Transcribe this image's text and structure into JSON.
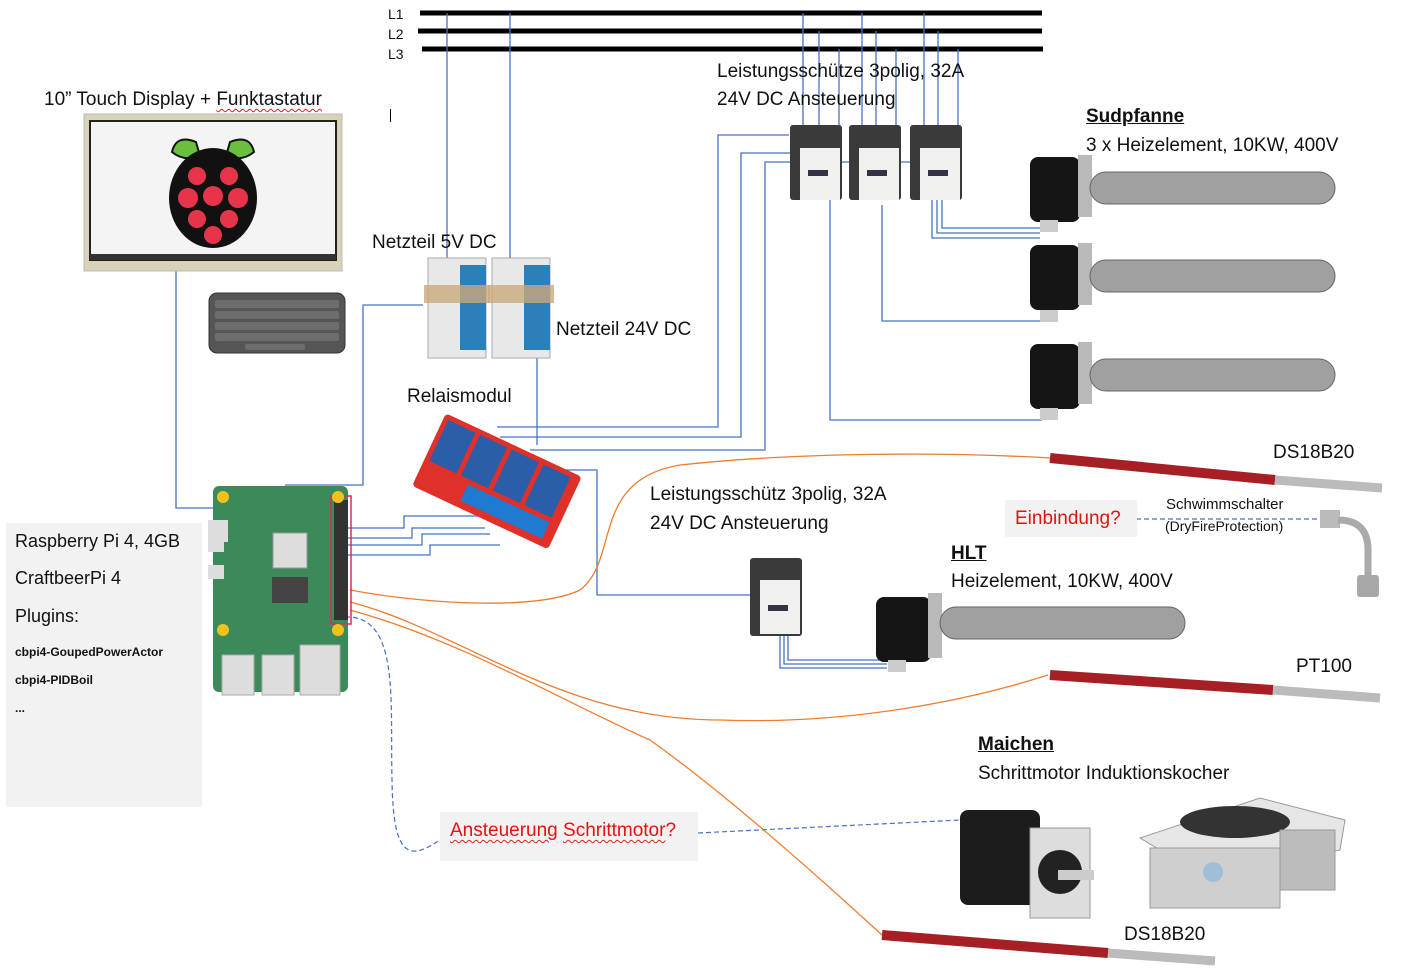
{
  "mains": {
    "phases": [
      "L1",
      "L2",
      "L3"
    ]
  },
  "display": {
    "label": "10” Touch Display + Funktastatur",
    "label_main": "10” Touch Display + ",
    "label_squiggle": "Funktastatur"
  },
  "psu": {
    "label_5v": "Netzteil 5V DC",
    "label_24v": "Netzteil 24V DC"
  },
  "relay": {
    "label": "Relaismodul"
  },
  "contactors_sud": {
    "line1": "Leistungsschütze 3polig, 32A",
    "line2": "24V DC Ansteuerung"
  },
  "sudpfanne": {
    "title": "Sudpfanne",
    "subtitle": "3 x Heizelement, 10KW, 400V"
  },
  "sensor_top": {
    "label": "DS18B20"
  },
  "float_switch": {
    "question": "Einbindung?",
    "label1": "Schwimmschalter",
    "label2": "(DryFireProtection)"
  },
  "contactor_hlt": {
    "line1": "Leistungsschütz 3polig, 32A",
    "line2": "24V DC Ansteuerung"
  },
  "hlt": {
    "title": "HLT",
    "subtitle": "Heizelement, 10KW, 400V"
  },
  "sensor_pt100": {
    "label": "PT100"
  },
  "maichen": {
    "title": "Maichen",
    "subtitle": "Schrittmotor Induktionskocher"
  },
  "stepper": {
    "question_word1": "Ansteuerung",
    "question_word2": "Schrittmotor",
    "question_suffix": "?"
  },
  "sensor_bottom": {
    "label": "DS18B20"
  },
  "pi_info": {
    "line1": "Raspberry Pi 4, 4GB",
    "line2": "CraftbeerPi 4",
    "line3": "Plugins:",
    "plugins": [
      "cbpi4-GoupedPowerActor",
      "cbpi4-PIDBoil",
      "..."
    ]
  },
  "colors": {
    "wire_blue": "#4472c4",
    "wire_orange": "#ed7d31",
    "question_red": "#e81010",
    "box_gray": "#f2f2f2"
  }
}
